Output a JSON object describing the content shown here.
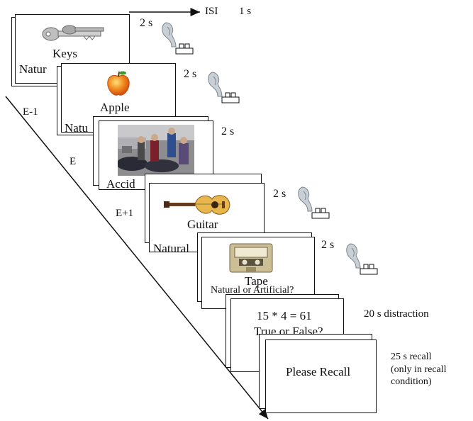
{
  "header": {
    "isi_label": "ISI",
    "isi_duration": "1 s"
  },
  "trials": [
    {
      "word": "Keys",
      "question": "Natur",
      "duration": "2 s",
      "image": "keys-icon"
    },
    {
      "word": "Apple",
      "question": "Natu",
      "duration": "2 s",
      "image": "apple-icon"
    },
    {
      "word": "",
      "question": "Accid",
      "duration": "2 s",
      "image": "accident-photo"
    },
    {
      "word": "Guitar",
      "question": "Natural",
      "duration": "2 s",
      "image": "guitar-icon"
    },
    {
      "word": "Tape",
      "question": "Natural or Artificial?",
      "duration": "2 s",
      "image": "cassette-tape-icon"
    }
  ],
  "position_labels": [
    "E-1",
    "E",
    "E+1"
  ],
  "distraction": {
    "equation": "15 * 4 = 61",
    "question": "True or False?",
    "label": "20 s distraction"
  },
  "recall": {
    "prompt": "Please Recall",
    "label_lines": [
      "25 s recall",
      "(only in recall",
      "condition)"
    ]
  }
}
